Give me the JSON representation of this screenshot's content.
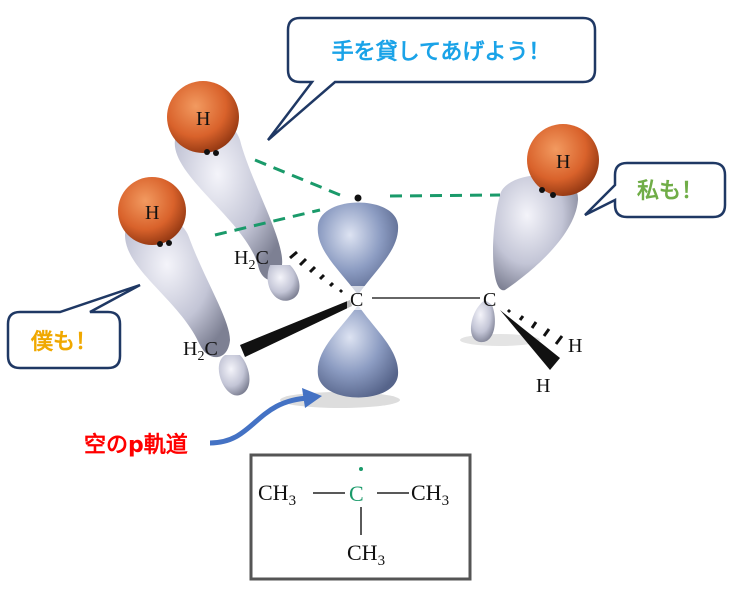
{
  "bubbles": {
    "top": {
      "text": "手を貸してあげよう！",
      "color": "#1aa3e8"
    },
    "right": {
      "text": "私も！",
      "color": "#70ad47"
    },
    "left": {
      "text": "僕も！",
      "color": "#f0a800"
    }
  },
  "annotation": {
    "text": "空のp軌道",
    "color": "#ff0000",
    "arrow_color": "#4472c4"
  },
  "molecule": {
    "h_atom": "H",
    "carbon": "C",
    "h2c": {
      "h": "H",
      "sub": "2",
      "c": "C"
    },
    "h_right_1": "H",
    "h_right_2": "H"
  },
  "formula": {
    "left": {
      "main": "CH",
      "sub": "3"
    },
    "center": "C",
    "right": {
      "main": "CH",
      "sub": "3"
    },
    "bottom": {
      "main": "CH",
      "sub": "3"
    },
    "center_color": "#1a9a6a"
  },
  "colors": {
    "h_sphere": "#d9622b",
    "gray_lobe": "#c3c5d6",
    "p_lobe": "#8c9cc2",
    "dash": "#1a9a6a"
  }
}
